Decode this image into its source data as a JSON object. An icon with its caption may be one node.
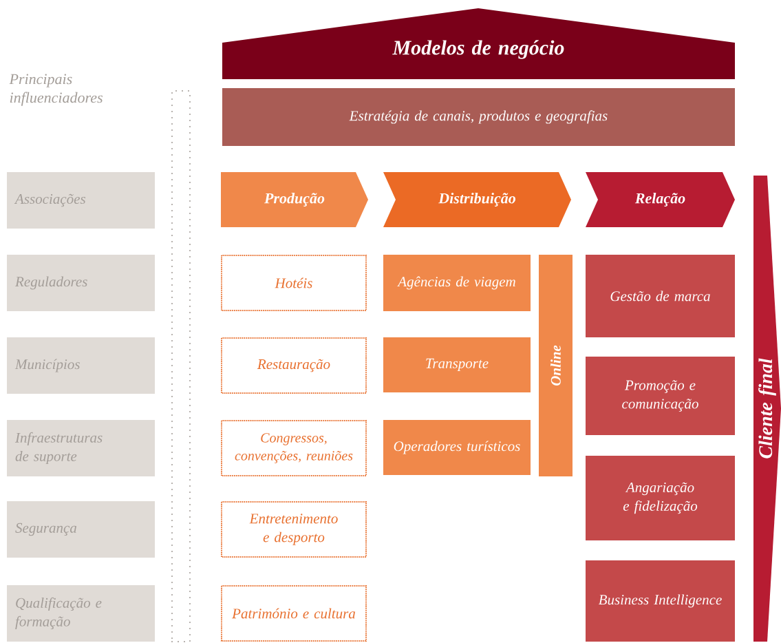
{
  "diagram": {
    "nodes": [
      {
        "text": [
          "Modelos de negócio"
        ]
      },
      {
        "text": [
          "Estratégia de canais, produtos e geografias"
        ]
      },
      {
        "text": [
          "Produção"
        ]
      },
      {
        "text": [
          "Distribuição"
        ]
      },
      {
        "text": [
          "Relação"
        ]
      },
      {
        "text": [
          "Hotéis"
        ]
      },
      {
        "text": [
          "Restauração"
        ]
      },
      {
        "text": [
          "Congressos, convenções, reuniões"
        ]
      },
      {
        "text": [
          "Entretenimento e desporto"
        ]
      },
      {
        "text": [
          "Património e cultura"
        ]
      },
      {
        "text": [
          "Agências de viagem"
        ]
      },
      {
        "text": [
          "Transporte"
        ]
      },
      {
        "text": [
          "Operadores turísticos"
        ]
      },
      {
        "text": [
          "Online"
        ]
      },
      {
        "text": [
          "Gestão de marca"
        ]
      },
      {
        "text": [
          "Promoção e comunicação"
        ]
      },
      {
        "text": [
          "Angariação e fidelização"
        ]
      },
      {
        "text": [
          "Business Intelligence"
        ]
      },
      {
        "text": [
          "Cliente final"
        ]
      },
      {
        "text": [
          "Associações"
        ]
      },
      {
        "text": [
          "Reguladores"
        ]
      },
      {
        "text": [
          "Municípios"
        ]
      },
      {
        "text": [
          "Infraestruturas de suporte"
        ]
      },
      {
        "text": [
          "Segurança"
        ]
      },
      {
        "text": [
          "Qualificação e formação"
        ]
      },
      {
        "text": [],
        "shape": "box"
      }
    ],
    "labels": [
      "Principais influenciadores"
    ]
  }
}
